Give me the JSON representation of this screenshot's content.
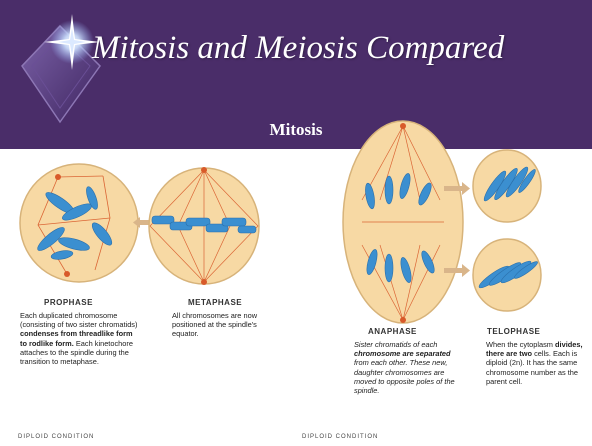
{
  "slide": {
    "title": "Mitosis and Meiosis Compared",
    "subtitle": "Mitosis",
    "colors": {
      "background": "#4a2d69",
      "panel": "#ffffff",
      "cell_fill": "#f7d9a4",
      "chromosome": "#3b8fd0",
      "spindle": "#d85a2a",
      "arrow": "#d9b58a"
    }
  },
  "figure": {
    "prophase": {
      "label": "PROPHASE",
      "text_start": "Each duplicated chromosome (consisting of two sister chromatids) ",
      "text_bold": "condenses from threadlike form to rodlike form.",
      "text_end": " Each kinetochore attaches to the spindle during the transition to metaphase."
    },
    "metaphase": {
      "label": "METAPHASE",
      "text": "All chromosomes are now positioned at the spindle's equator."
    },
    "anaphase": {
      "label": "ANAPHASE",
      "text_start": "Sister chromatids of each ",
      "text_bold": "chromosome are separated",
      "text_end": " from each other. These new, daughter chromosomes are moved to opposite poles of the spindle."
    },
    "telophase": {
      "label": "TELOPHASE",
      "text_start": "When the cytoplasm ",
      "text_bold": "divides, there are two",
      "text_end": " cells. Each is diploid (2n). It has the same chromosome number as the parent cell."
    },
    "footer_left": "DIPLOID CONDITION",
    "footer_right": "DIPLOID CONDITION"
  }
}
